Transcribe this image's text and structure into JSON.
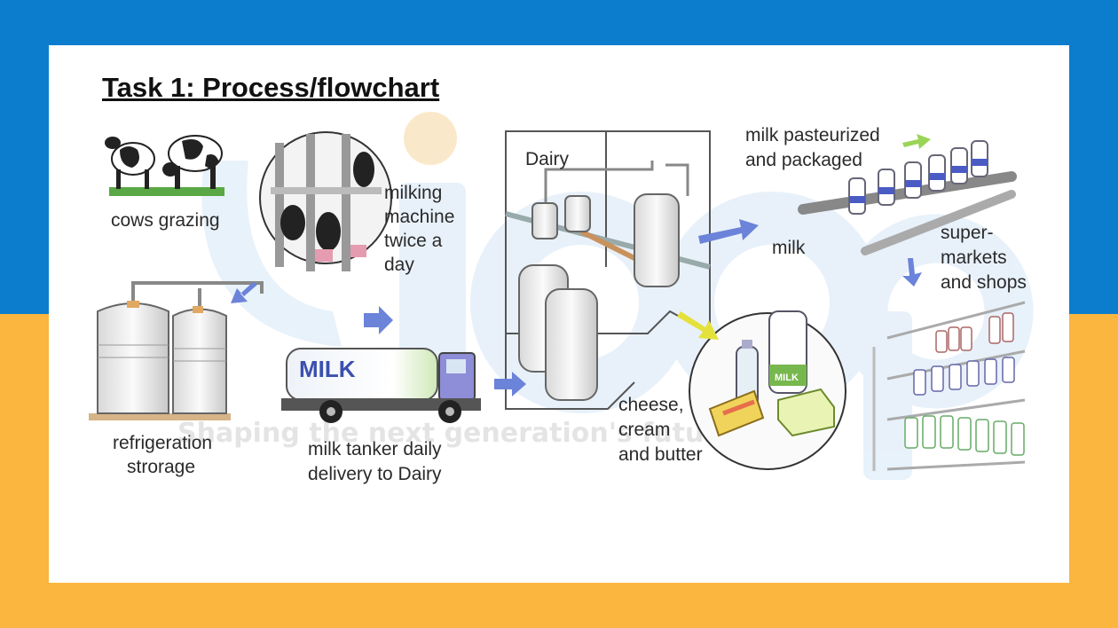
{
  "slide": {
    "title": "Task 1: Process/flowchart",
    "watermark_logo": "ieep",
    "watermark_tagline": "Shaping the next generation's future",
    "colors": {
      "top_band": "#0b7dcc",
      "bottom_band": "#fbb63f",
      "arrow": "#6b83d8",
      "arrow_yellow": "#e4e23a",
      "arrow_green": "#9ad456"
    }
  },
  "diagram": {
    "cows_grazing": "cows grazing",
    "milking_1": "milking",
    "milking_2": "machine",
    "milking_3": "twice a",
    "milking_4": "day",
    "refrig_1": "refrigeration",
    "refrig_2": "strorage",
    "tanker_1": "milk tanker daily",
    "tanker_2": "delivery to Dairy",
    "truck_sign": "MILK",
    "dairy": "Dairy",
    "pasteur_1": "milk pasteurized",
    "pasteur_2": "and packaged",
    "milk": "milk",
    "markets_1": "super-",
    "markets_2": "markets",
    "markets_3": "and shops",
    "cheese_1": "cheese,",
    "cheese_2": "cream",
    "cheese_3": "and butter",
    "jug_sign": "MILK"
  }
}
